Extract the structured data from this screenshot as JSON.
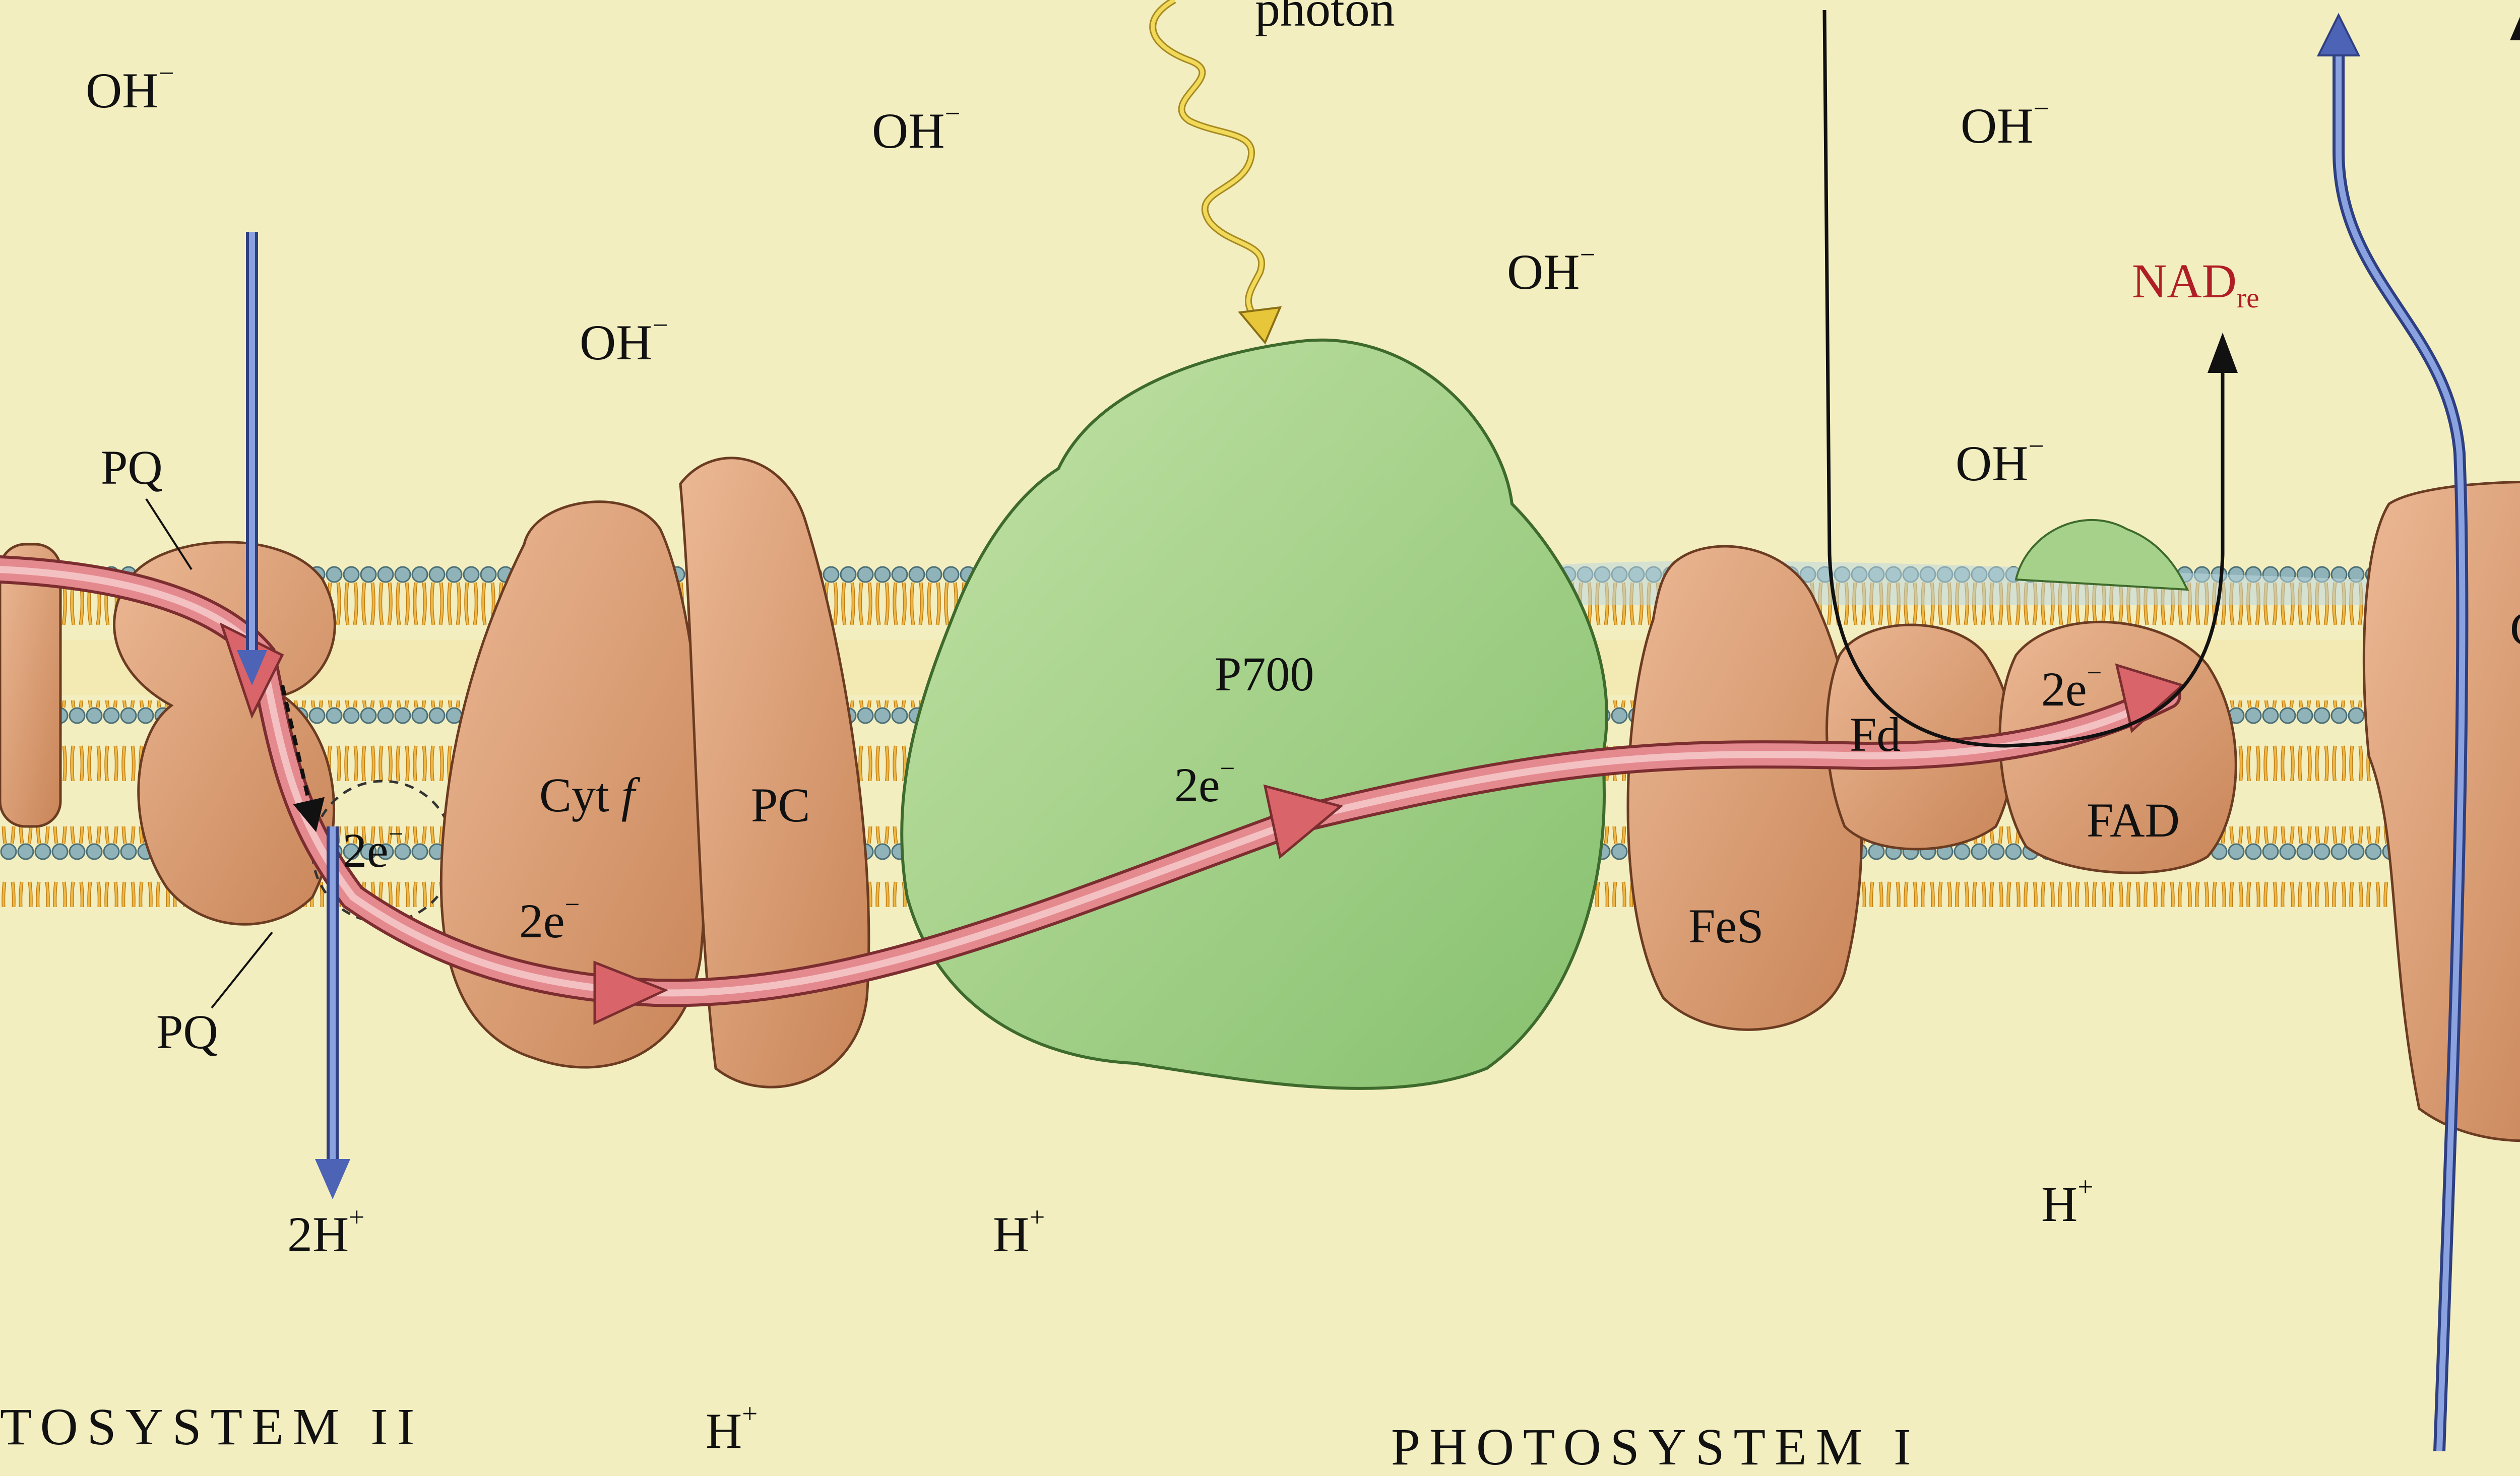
{
  "diagram": {
    "labels": {
      "photon": "photon",
      "oh_minus": "OH",
      "minus": "−",
      "pq": "PQ",
      "cyt_f": "Cyt ",
      "cyt_f_italic": "f",
      "pc": "PC",
      "p700": "P700",
      "fes": "FeS",
      "fd": "Fd",
      "fad": "FAD",
      "two_e": "2e",
      "nad": "NAD",
      "nad_sub": "re",
      "two_h": "2H",
      "h": "H",
      "plus": "+",
      "cf": "CF",
      "photosystem_2": "TOSYSTEM II",
      "photosystem_1": "PHOTOSYSTEM I"
    },
    "colors": {
      "background": "#f3eec0",
      "membrane_lipid": "#d99a2b",
      "membrane_head": "#8fb3b8",
      "protein_tan": "#d89a72",
      "protein_green": "#a6d18a",
      "electron_path": "#d9646a",
      "proton_arrow": "#4c63b6",
      "nad_red": "#b01e25",
      "photon_yellow": "#e7c63a"
    }
  }
}
